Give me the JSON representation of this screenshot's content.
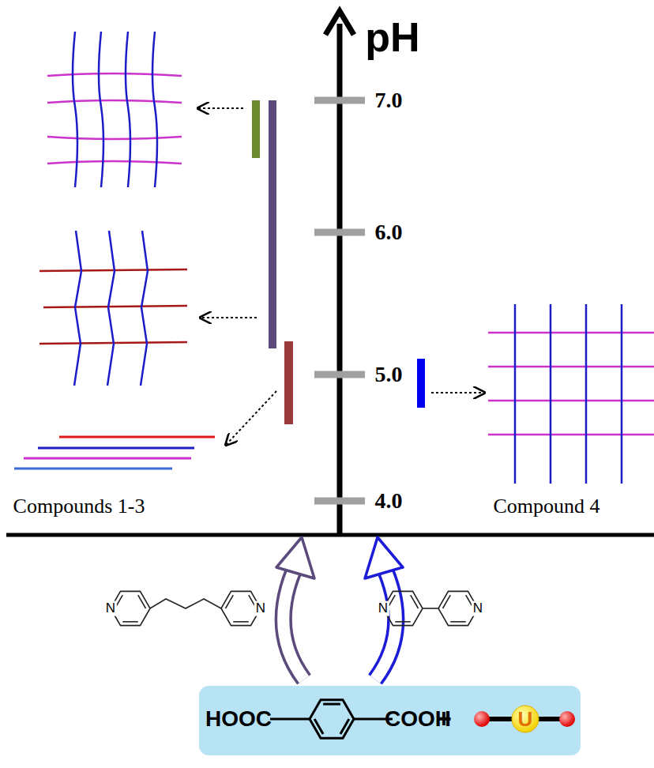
{
  "diagram": {
    "nodes": [
      {
        "text": [
          "HOOC",
          "COOH",
          "+"
        ]
      },
      {
        "text": [
          "U"
        ],
        "in": 0
      }
    ],
    "labels": [
      "pH",
      "7.0",
      "6.0",
      "5.0",
      "4.0",
      "Compounds 1-3",
      "Compound 4",
      "N",
      "N",
      "N",
      "N"
    ]
  }
}
